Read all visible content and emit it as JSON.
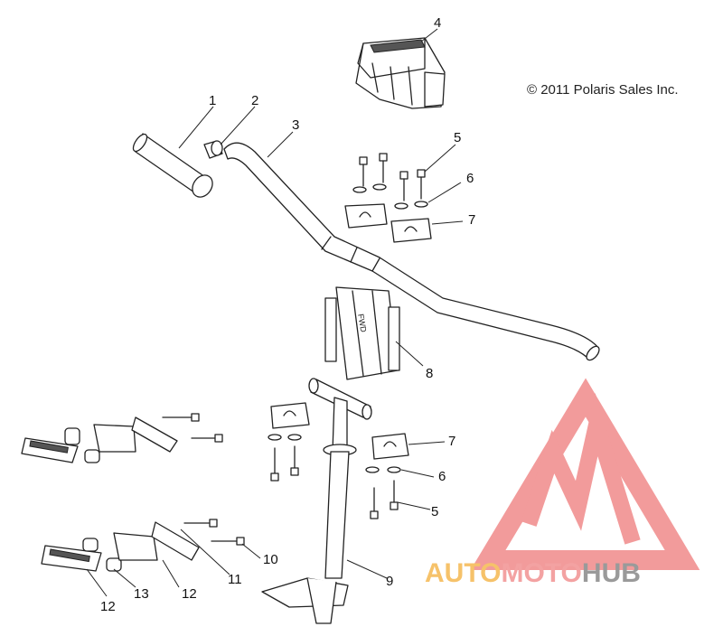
{
  "copyright": "© 2011 Polaris Sales Inc.",
  "callouts": [
    {
      "id": "c1",
      "text": "1"
    },
    {
      "id": "c2",
      "text": "2"
    },
    {
      "id": "c3",
      "text": "3"
    },
    {
      "id": "c4",
      "text": "4"
    },
    {
      "id": "c5a",
      "text": "5"
    },
    {
      "id": "c6a",
      "text": "6"
    },
    {
      "id": "c7a",
      "text": "7"
    },
    {
      "id": "c8",
      "text": "8"
    },
    {
      "id": "c7b",
      "text": "7"
    },
    {
      "id": "c6b",
      "text": "6"
    },
    {
      "id": "c5b",
      "text": "5"
    },
    {
      "id": "c9",
      "text": "9"
    },
    {
      "id": "c10",
      "text": "10"
    },
    {
      "id": "c11",
      "text": "11"
    },
    {
      "id": "c12a",
      "text": "12"
    },
    {
      "id": "c12b",
      "text": "12"
    },
    {
      "id": "c13",
      "text": "13"
    }
  ],
  "watermark": {
    "part1": "AUTO",
    "part2": "MOTO",
    "part3": "HUB",
    "colors": {
      "auto": "#f6c26a",
      "moto": "#f3a2a2",
      "hub": "#9a9a9a",
      "logo": "#f08a8a"
    }
  }
}
